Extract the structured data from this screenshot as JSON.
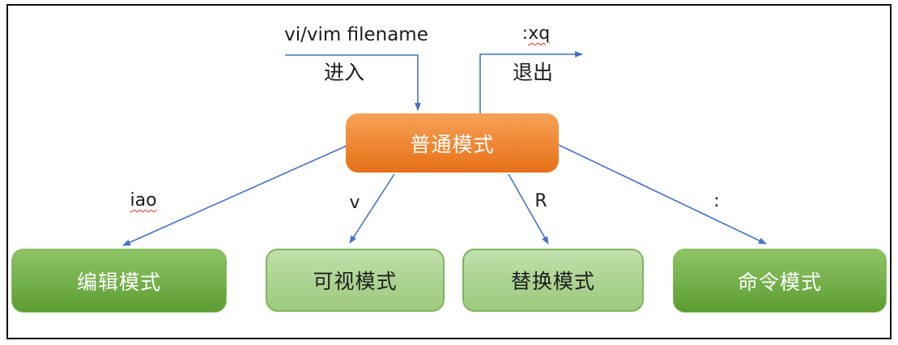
{
  "page": {
    "background": "#ffffff",
    "frame_border_color": "#0d0d0d"
  },
  "colors": {
    "arrow": "#4472C4",
    "orange_top": "#F6A258",
    "orange_bottom": "#E57017",
    "green_dark_top": "#8FC466",
    "green_dark_bottom": "#5C9C31",
    "green_light_top": "#C2E0AD",
    "green_light_bottom": "#9FCB80",
    "green_light_border": "#7FB55E",
    "spellcheck_underline": "#E0301E"
  },
  "entry": {
    "command": "vi/vim filename",
    "label": "进入"
  },
  "exit": {
    "command_colon": ":",
    "command_word": "xq",
    "label": "退出"
  },
  "center_node": {
    "label": "普通模式"
  },
  "modes": [
    {
      "label": "编辑模式",
      "key": "iao"
    },
    {
      "label": "可视模式",
      "key": "v"
    },
    {
      "label": "替换模式",
      "key": "R"
    },
    {
      "label": "命令模式",
      "key": ":"
    }
  ]
}
